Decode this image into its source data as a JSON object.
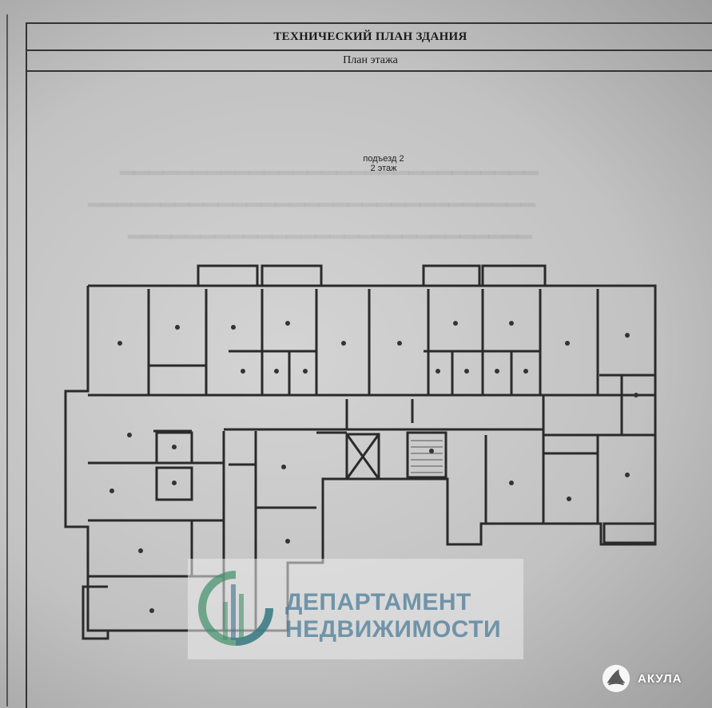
{
  "document": {
    "title": "ТЕХНИЧЕСКИЙ ПЛАН ЗДАНИЯ",
    "subtitle": "План этажа",
    "entrance_label": "подъезд 2",
    "floor_label": "2 этаж"
  },
  "watermark": {
    "line1": "ДЕПАРТАМЕНТ",
    "line2": "НЕДВИЖИМОСТИ"
  },
  "brand": {
    "name": "АКУЛА"
  },
  "colors": {
    "wall": "#2a2a2a",
    "watermark_text": "#4a7d99",
    "logo_green": "#3f8f6a",
    "logo_blue": "#3b6f8f"
  }
}
